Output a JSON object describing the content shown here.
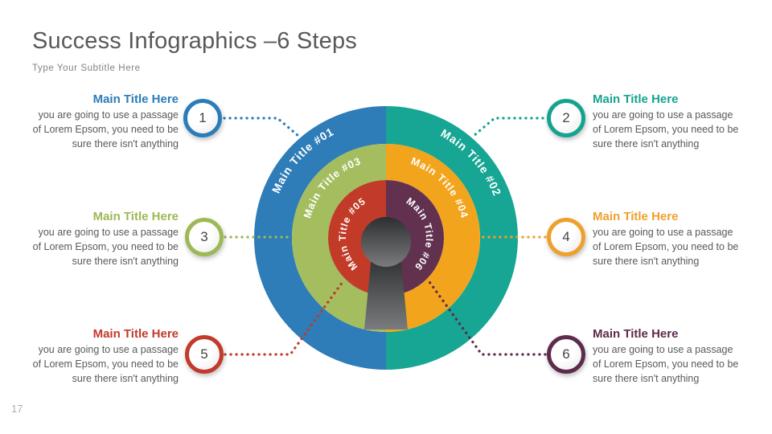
{
  "slide": {
    "title": "Success Infographics –6 Steps",
    "subtitle": "Type Your Subtitle Here",
    "page_number": "17"
  },
  "callouts": [
    {
      "number": "1",
      "title": "Main Title Here",
      "line1": "you are going to use a passage",
      "line2": "of Lorem Epsom, you need to be",
      "line3": "sure there isn't anything",
      "color": "#2b7cb9",
      "side": "left"
    },
    {
      "number": "2",
      "title": "Main Title Here",
      "line1": "you are going to use a passage",
      "line2": "of Lorem Epsom, you need to be",
      "line3": "sure there isn't anything",
      "color": "#14a390",
      "side": "right"
    },
    {
      "number": "3",
      "title": "Main Title Here",
      "line1": "you are going to use a passage",
      "line2": "of Lorem Epsom, you need to be",
      "line3": "sure there isn't anything",
      "color": "#9cb954",
      "side": "left"
    },
    {
      "number": "4",
      "title": "Main Title Here",
      "line1": "you are going to use a passage",
      "line2": "of Lorem Epsom, you need to be",
      "line3": "sure there isn't anything",
      "color": "#efa02c",
      "side": "right"
    },
    {
      "number": "5",
      "title": "Main Title Here",
      "line1": "you are going to use a passage",
      "line2": "of Lorem Epsom, you need to be",
      "line3": "sure there isn't anything",
      "color": "#c23a2b",
      "side": "left"
    },
    {
      "number": "6",
      "title": "Main Title Here",
      "line1": "you are going to use a passage",
      "line2": "of Lorem Epsom, you need to be",
      "line3": "sure there isn't anything",
      "color": "#5d2b4b",
      "side": "right"
    }
  ],
  "diagram": {
    "segments": [
      {
        "label": "Main Title #01",
        "color": "#2e7cb8",
        "ring": "outer-left"
      },
      {
        "label": "Main Title #02",
        "color": "#16a693",
        "ring": "outer-right"
      },
      {
        "label": "Main Title #03",
        "color": "#a4bd5e",
        "ring": "middle-left"
      },
      {
        "label": "Main Title #04",
        "color": "#f3a41d",
        "ring": "middle-right"
      },
      {
        "label": "Main Title #05",
        "color": "#c23a28",
        "ring": "inner-left"
      },
      {
        "label": "Main Title #06",
        "color": "#623150",
        "ring": "inner-right"
      }
    ],
    "keyhole_color_top": "#2c2f31",
    "keyhole_color_bottom": "#7a7b7d"
  }
}
